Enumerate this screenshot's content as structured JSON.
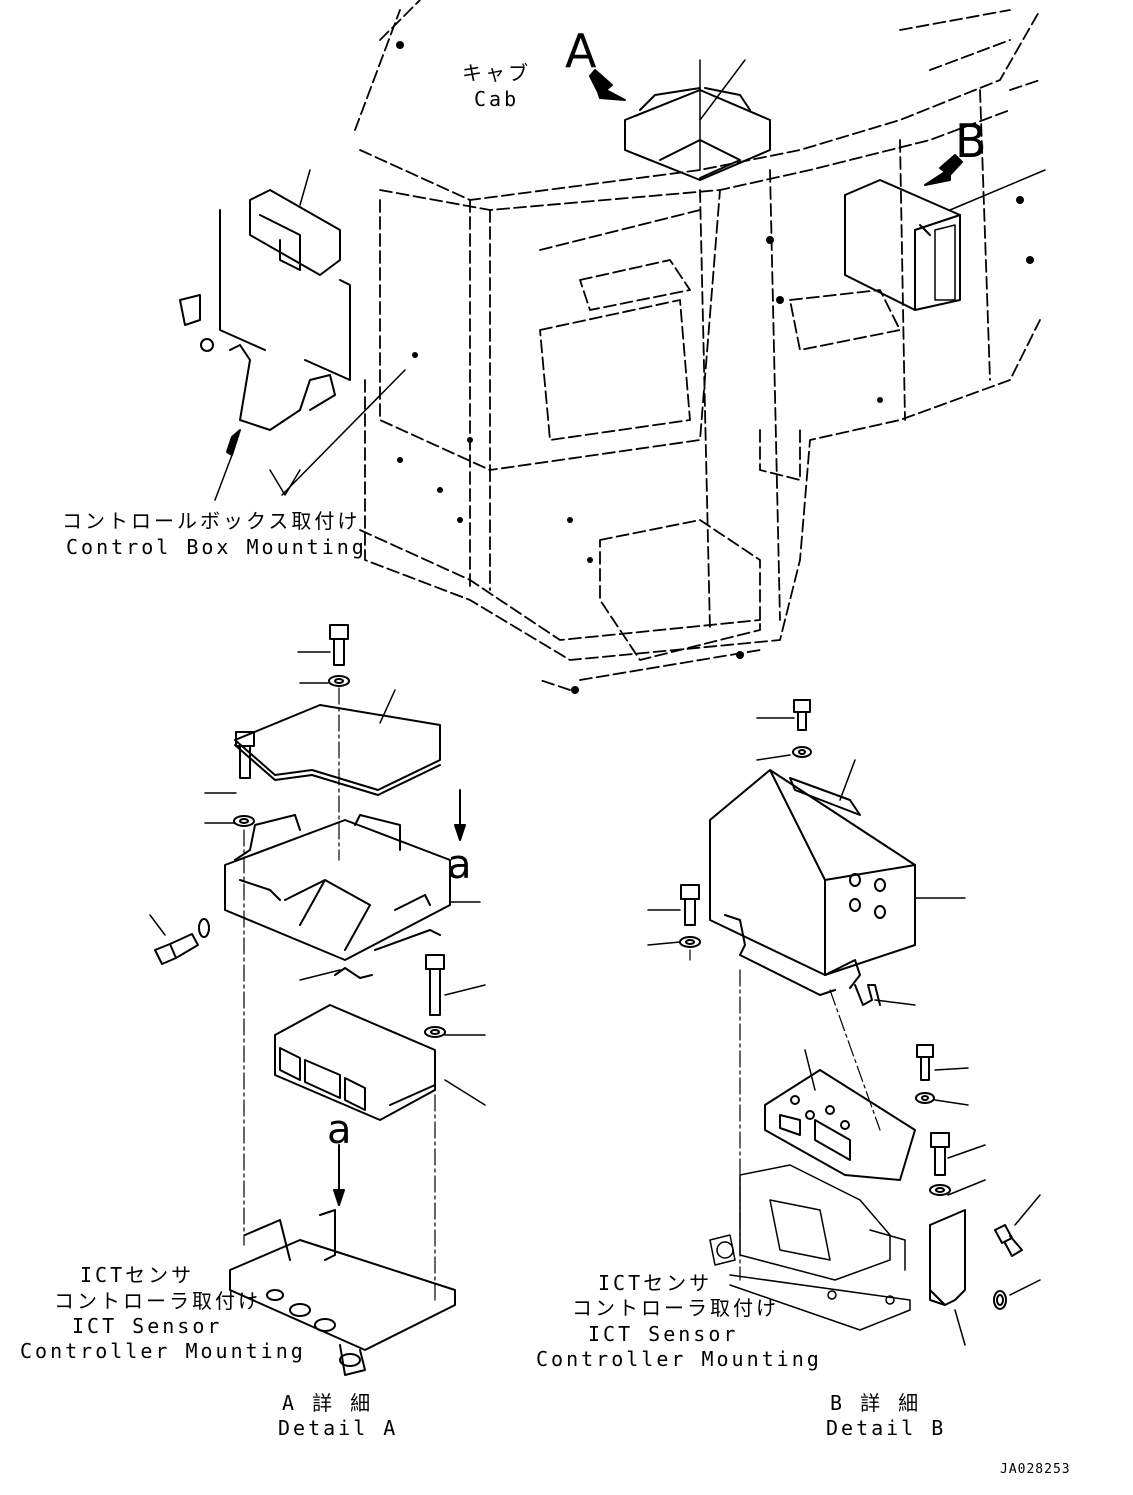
{
  "labels": {
    "cab_ja": "キャブ",
    "cab_en": "Cab",
    "control_box_ja": "コントロールボックス取付け",
    "control_box_en": "Control Box Mounting",
    "ict_a_ja_1": "ICTセンサ",
    "ict_a_ja_2": "コントローラ取付け",
    "ict_a_en_1": "ICT Sensor",
    "ict_a_en_2": "Controller Mounting",
    "ict_b_ja_1": "ICTセンサ",
    "ict_b_ja_2": "コントローラ取付け",
    "ict_b_en_1": "ICT Sensor",
    "ict_b_en_2": "Controller Mounting",
    "detail_a_ja": "A 詳 細",
    "detail_a_en": "Detail A",
    "detail_b_ja": "B 詳 細",
    "detail_b_en": "Detail B",
    "view_a": "A",
    "view_b": "B",
    "ref_a_top": "a",
    "ref_a_bottom": "a",
    "drawing_number": "JA028253"
  }
}
